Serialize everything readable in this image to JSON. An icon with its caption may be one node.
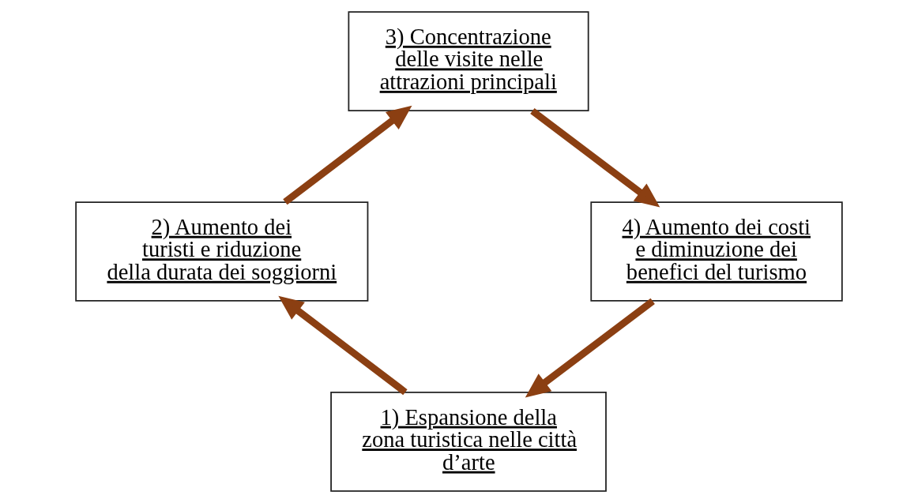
{
  "diagram": {
    "nodes": [
      {
        "text": [
          "3) Concentrazione delle visite nelle attrazioni principali"
        ]
      },
      {
        "text": [
          "2) Aumento dei turisti e riduzione della durata dei soggiorni"
        ]
      },
      {
        "text": [
          "4) Aumento dei costi e diminuzione dei benefici del turismo"
        ]
      },
      {
        "text": [
          "1) Espansione della zona turistica nelle città d’arte"
        ]
      }
    ],
    "edges": [
      {
        "from": 3,
        "to": 1,
        "arrow": "to"
      },
      {
        "from": 1,
        "to": 0,
        "arrow": "to"
      },
      {
        "from": 0,
        "to": 2,
        "arrow": "to"
      },
      {
        "from": 2,
        "to": 3,
        "arrow": "to"
      }
    ]
  }
}
